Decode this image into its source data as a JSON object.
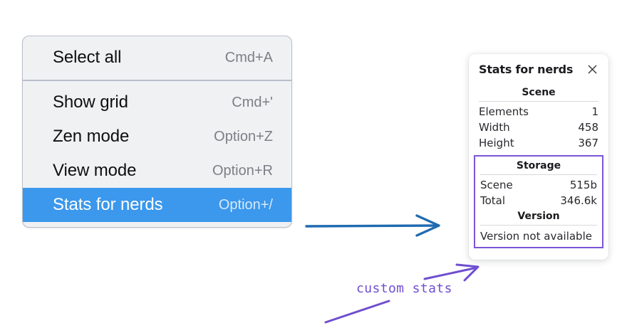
{
  "context_menu": {
    "name": "canvas-context-menu",
    "groups": [
      {
        "items": [
          {
            "label": "Select all",
            "shortcut": "Cmd+A",
            "selected": false
          }
        ]
      },
      {
        "items": [
          {
            "label": "Show grid",
            "shortcut": "Cmd+'",
            "selected": false
          },
          {
            "label": "Zen mode",
            "shortcut": "Option+Z",
            "selected": false
          },
          {
            "label": "View mode",
            "shortcut": "Option+R",
            "selected": false
          },
          {
            "label": "Stats for nerds",
            "shortcut": "Option+/",
            "selected": true
          }
        ]
      }
    ]
  },
  "stats_panel": {
    "title": "Stats for nerds",
    "close_icon": "close-icon",
    "scene": {
      "section_title": "Scene",
      "rows": [
        {
          "key": "Elements",
          "value": "1"
        },
        {
          "key": "Width",
          "value": "458"
        },
        {
          "key": "Height",
          "value": "367"
        }
      ]
    },
    "storage": {
      "section_title": "Storage",
      "rows": [
        {
          "key": "Scene",
          "value": "515b"
        },
        {
          "key": "Total",
          "value": "346.6k"
        }
      ]
    },
    "version": {
      "section_title": "Version",
      "text": "Version not available"
    }
  },
  "annotations": {
    "label": "custom stats",
    "arrow_menu_to_panel": "blue-arrow-right",
    "arrow_label_to_box": "purple-arrow-up-right",
    "underline": "purple-underline-stroke"
  },
  "colors": {
    "menu_background": "#f0f1f3",
    "menu_border": "#b9bfc9",
    "selection_blue": "#3b98ec",
    "shortcut_gray": "#7c7f86",
    "annotation_purple": "#6f4ed0",
    "highlight_box_purple": "#7b55d6",
    "arrow_blue": "#1f6bb0",
    "panel_background": "#ffffff"
  }
}
